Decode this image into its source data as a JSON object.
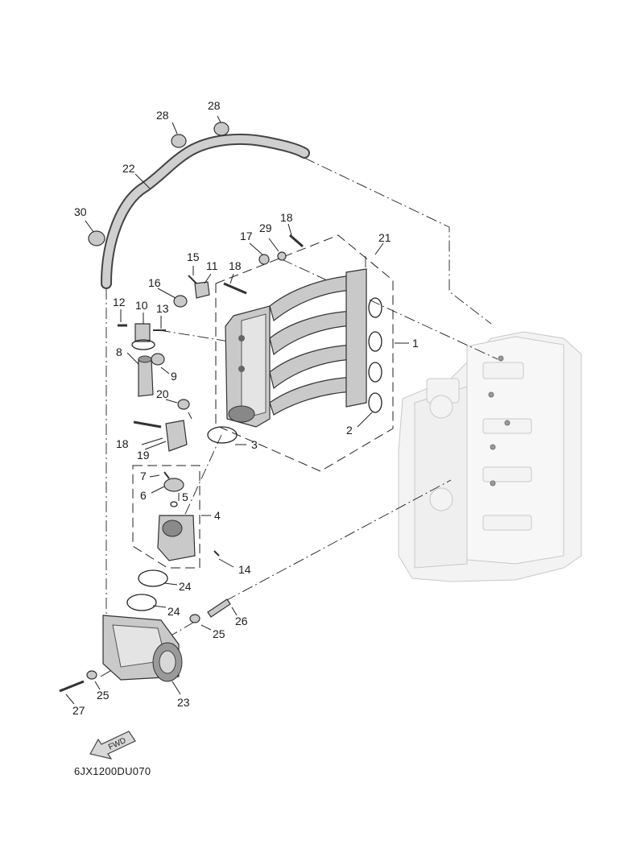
{
  "diagram_code": "6JX1200DU070",
  "fwd_label": "FWD",
  "callouts": [
    {
      "id": "c1",
      "label": "1"
    },
    {
      "id": "c2",
      "label": "2"
    },
    {
      "id": "c3",
      "label": "3"
    },
    {
      "id": "c4",
      "label": "4"
    },
    {
      "id": "c5",
      "label": "5"
    },
    {
      "id": "c6",
      "label": "6"
    },
    {
      "id": "c7",
      "label": "7"
    },
    {
      "id": "c8",
      "label": "8"
    },
    {
      "id": "c9",
      "label": "9"
    },
    {
      "id": "c10",
      "label": "10"
    },
    {
      "id": "c11",
      "label": "11"
    },
    {
      "id": "c12",
      "label": "12"
    },
    {
      "id": "c13",
      "label": "13"
    },
    {
      "id": "c14",
      "label": "14"
    },
    {
      "id": "c15",
      "label": "15"
    },
    {
      "id": "c16",
      "label": "16"
    },
    {
      "id": "c17",
      "label": "17"
    },
    {
      "id": "c18a",
      "label": "18"
    },
    {
      "id": "c18b",
      "label": "18"
    },
    {
      "id": "c18c",
      "label": "18"
    },
    {
      "id": "c19",
      "label": "19"
    },
    {
      "id": "c20",
      "label": "20"
    },
    {
      "id": "c21",
      "label": "21"
    },
    {
      "id": "c22",
      "label": "22"
    },
    {
      "id": "c23",
      "label": "23"
    },
    {
      "id": "c24a",
      "label": "24"
    },
    {
      "id": "c24b",
      "label": "24"
    },
    {
      "id": "c25a",
      "label": "25"
    },
    {
      "id": "c25b",
      "label": "25"
    },
    {
      "id": "c26",
      "label": "26"
    },
    {
      "id": "c27",
      "label": "27"
    },
    {
      "id": "c28a",
      "label": "28"
    },
    {
      "id": "c28b",
      "label": "28"
    },
    {
      "id": "c29",
      "label": "29"
    },
    {
      "id": "c30",
      "label": "30"
    }
  ]
}
